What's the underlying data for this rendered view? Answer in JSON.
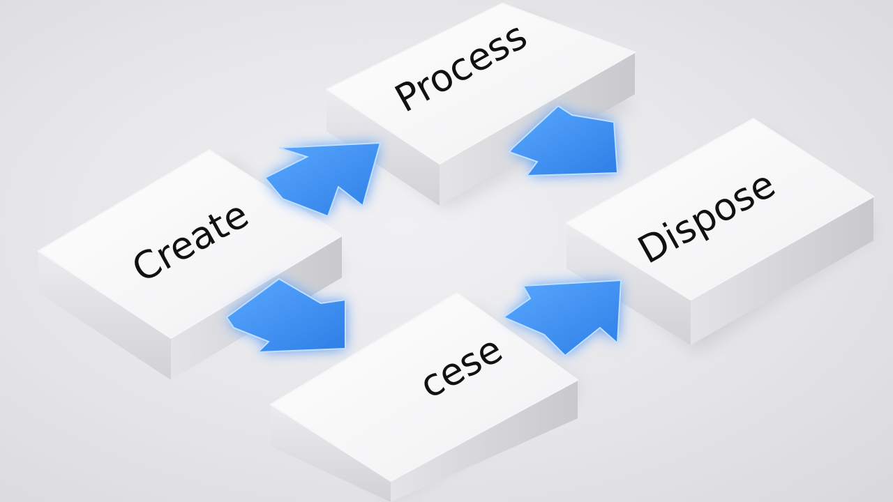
{
  "diagram": {
    "blocks": [
      {
        "id": "create",
        "label": "Create"
      },
      {
        "id": "process",
        "label": "Process"
      },
      {
        "id": "dispose",
        "label": "Dispose"
      },
      {
        "id": "cese",
        "label": "cese"
      }
    ],
    "arrows": [
      {
        "from": "create",
        "to": "process"
      },
      {
        "from": "process",
        "to": "dispose"
      },
      {
        "from": "create",
        "to": "cese"
      },
      {
        "from": "cese",
        "to": "dispose"
      }
    ],
    "colors": {
      "block_face": "#ffffff",
      "block_side": "#dcdcdf",
      "arrow": "#3d8ef0",
      "arrow_glow": "#7fc2ff",
      "label": "#111111",
      "background": "#e8e8ea"
    }
  }
}
